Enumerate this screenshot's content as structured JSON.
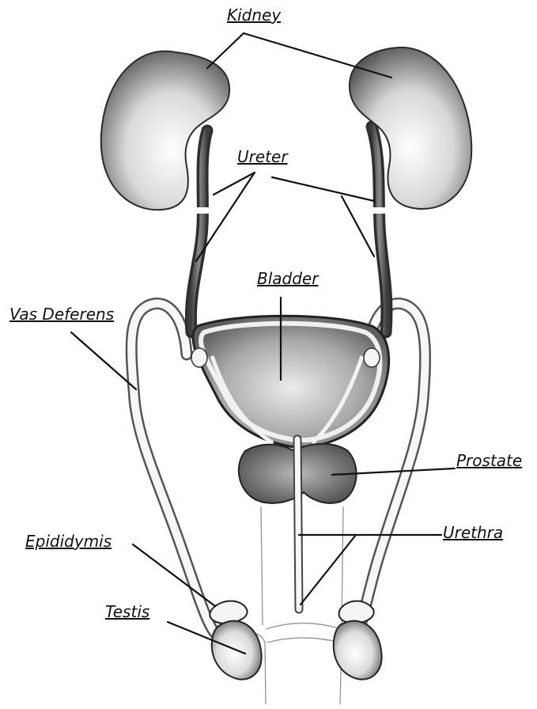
{
  "diagram": {
    "labels": {
      "kidney": "Kidney",
      "ureter": "Ureter",
      "bladder": "Bladder",
      "vas_deferens": "Vas Deferens",
      "prostate": "Prostate",
      "urethra": "Urethra",
      "epididymis": "Epididymis",
      "testis": "Testis"
    }
  },
  "colors": {
    "ink": "#111111",
    "organ_dark": "#6d6d6d",
    "organ_light": "#f4f4f4",
    "duct_fill": "#f7f7f7"
  }
}
